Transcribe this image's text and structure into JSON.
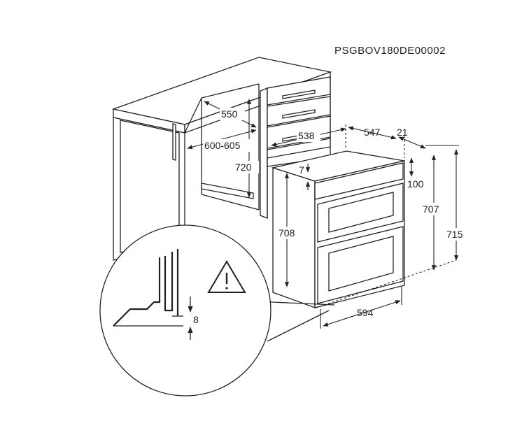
{
  "document_code": "PSGBOV180DE00002",
  "dimensions": {
    "d550": "550",
    "d600_605": "600-605",
    "d720": "720",
    "d538": "538",
    "d547": "547",
    "d21": "21",
    "d7": "7",
    "d100": "100",
    "d708": "708",
    "d707": "707",
    "d715": "715",
    "d594": "594",
    "d8": "8"
  },
  "icons": {
    "warning": "warning-triangle-icon"
  },
  "colors": {
    "line": "#222222",
    "panel_fill": "#ffffff"
  }
}
